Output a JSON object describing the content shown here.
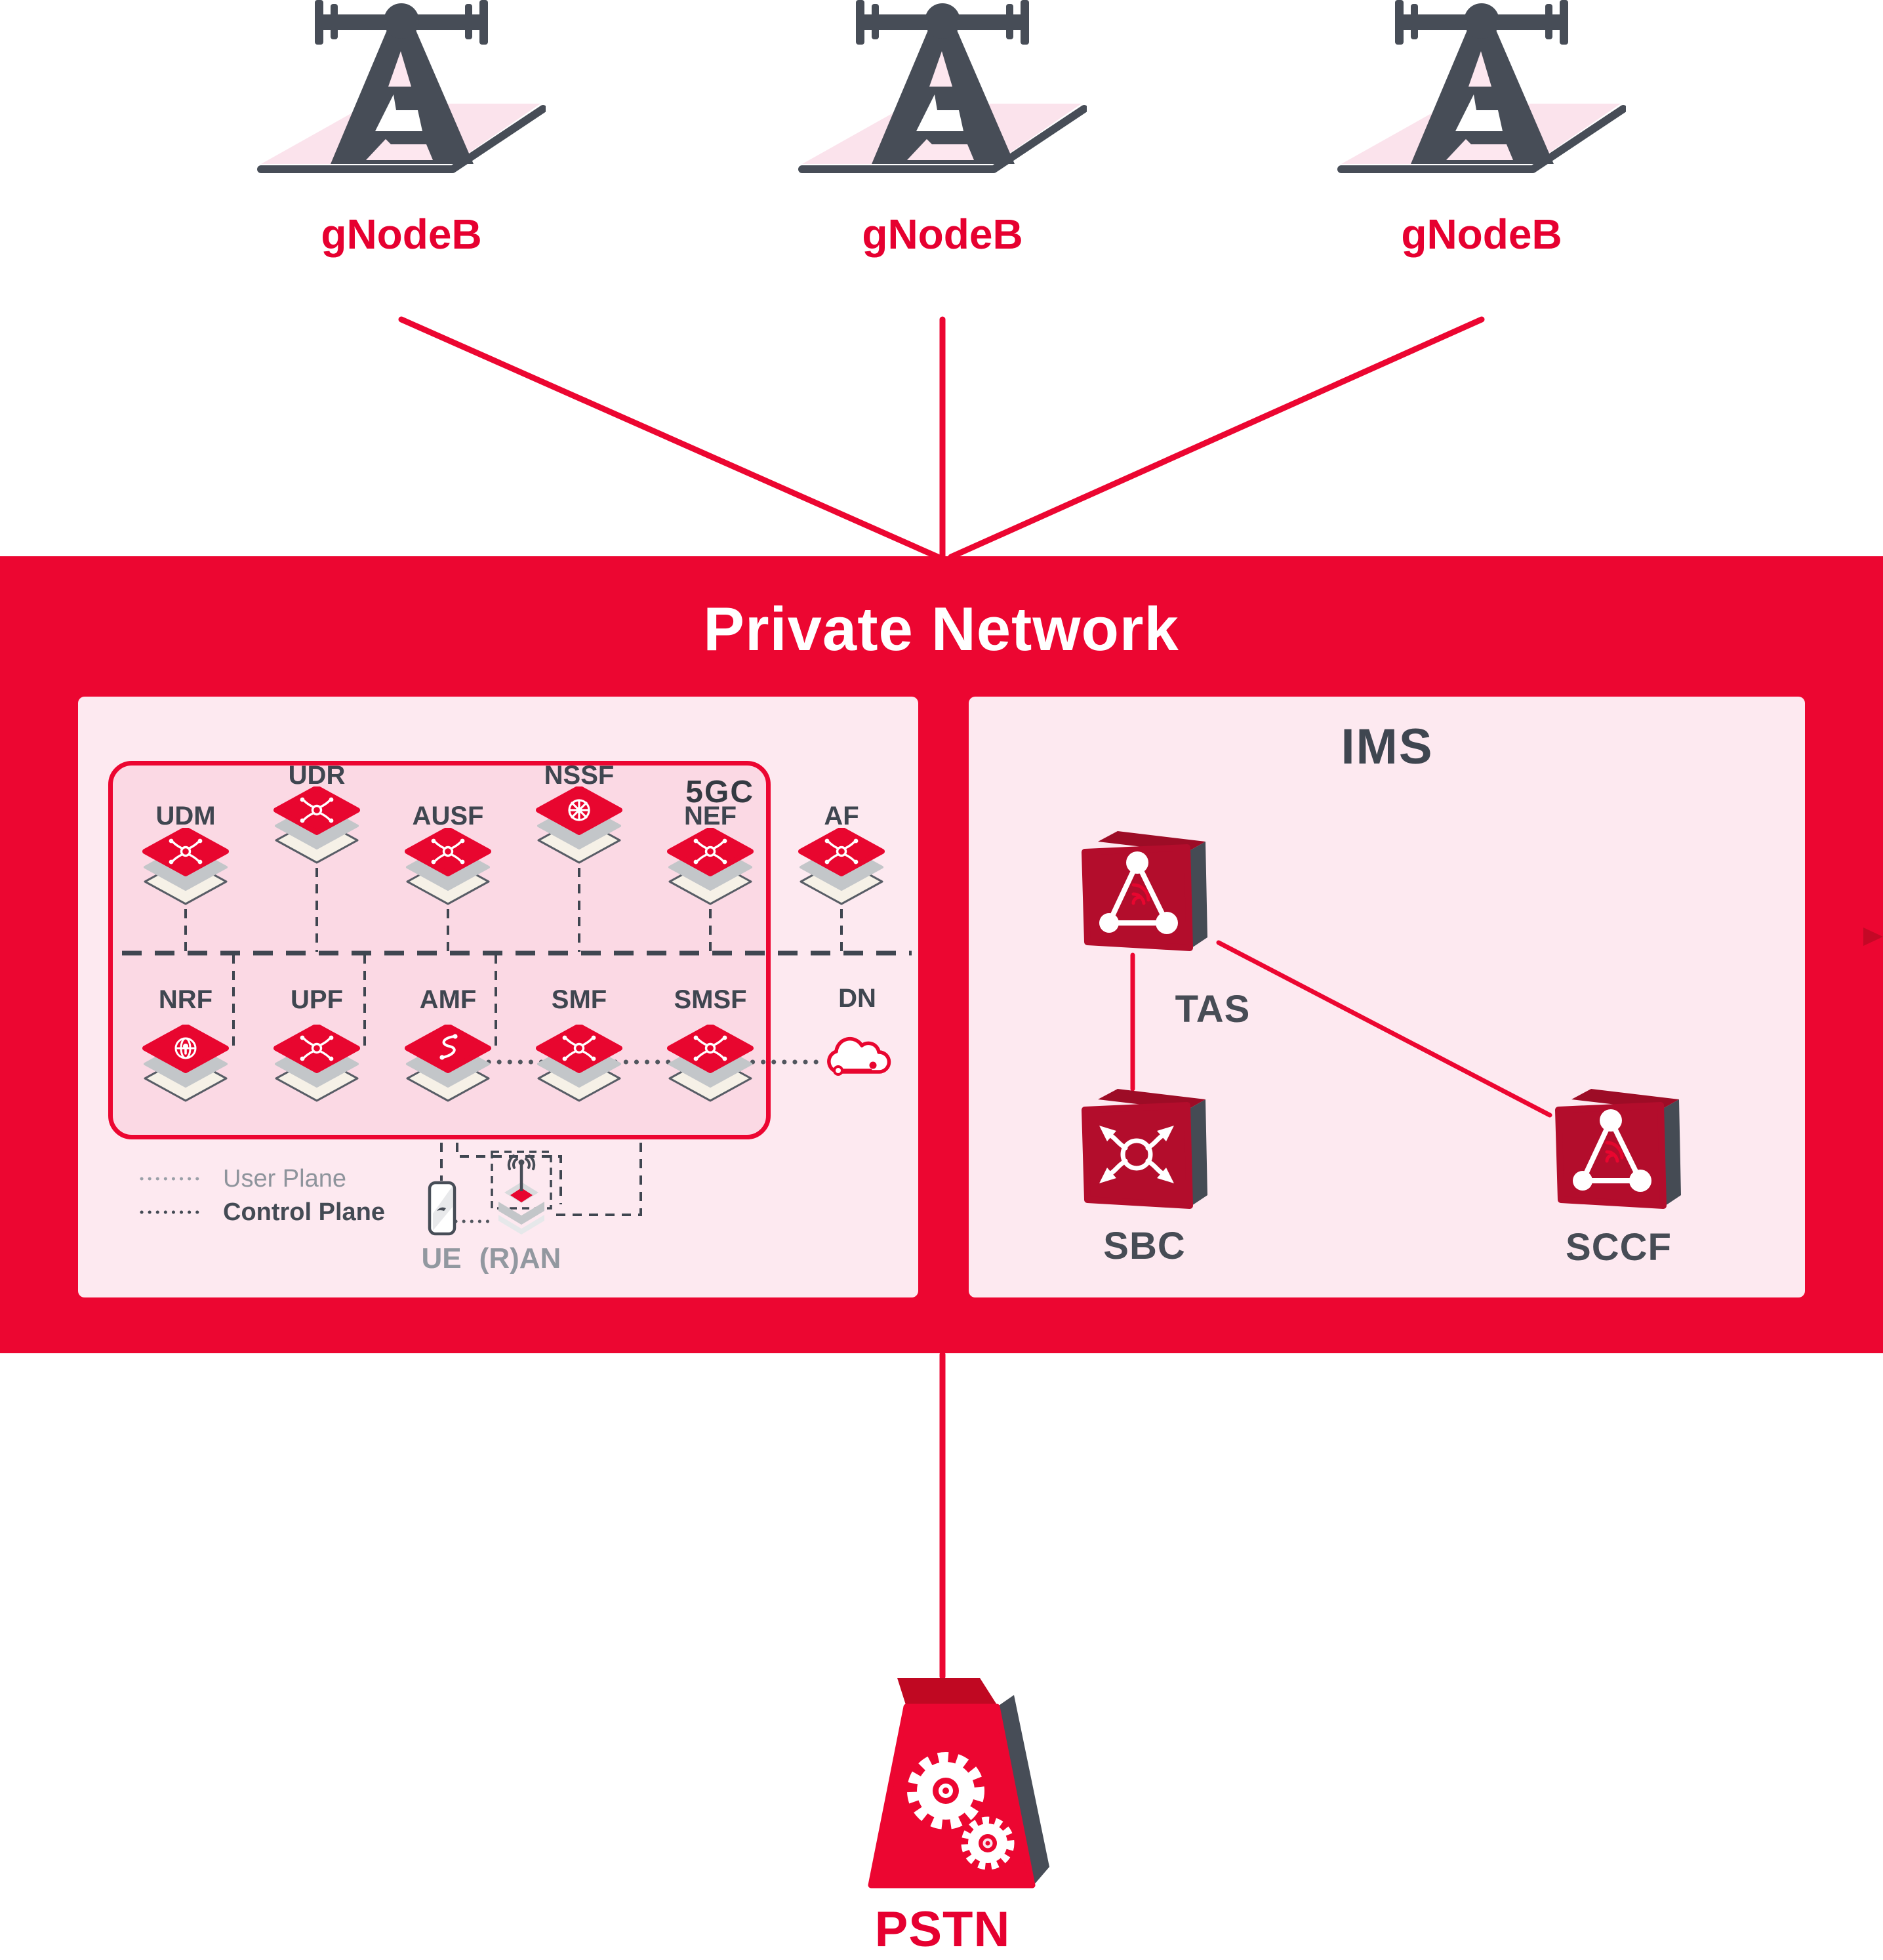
{
  "towers": {
    "labels": [
      "gNodeB",
      "gNodeB",
      "gNodeB"
    ]
  },
  "private_network": {
    "title": "Private Network"
  },
  "five_gc": {
    "tag": "5GC",
    "top_row": [
      "UDM",
      "UDR",
      "AUSF",
      "NSSF",
      "NEF"
    ],
    "af_label": "AF",
    "bottom_row": [
      "NRF",
      "UPF",
      "AMF",
      "SMF",
      "SMSF"
    ],
    "dn_label": "DN"
  },
  "legend": {
    "user_plane": "User Plane",
    "control_plane": "Control Plane"
  },
  "access": {
    "ue_label": "UE",
    "ran_label": "(R)AN"
  },
  "ims": {
    "title": "IMS",
    "tas_label": "TAS",
    "sbc_label": "SBC",
    "sccf_label": "SCCF"
  },
  "pstn": {
    "label": "PSTN"
  },
  "colors": {
    "brand_red": "#ec0631",
    "dark_red": "#b30d2c",
    "slate": "#474d57",
    "panel_pink": "#fde9f0",
    "core_pink": "#fbd9e4",
    "label_red": "#e60030"
  }
}
